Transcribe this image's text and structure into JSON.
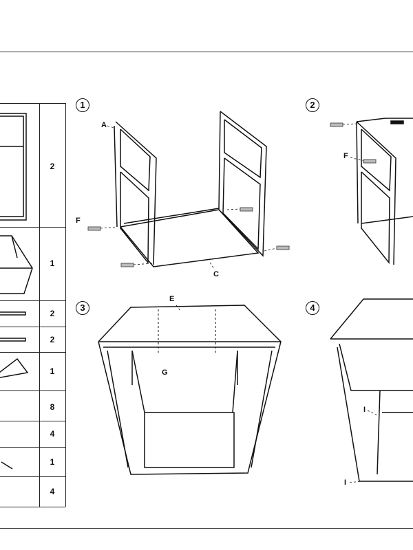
{
  "parts_table": {
    "quantities": [
      "2",
      "1",
      "2",
      "2",
      "1",
      "8",
      "4",
      "1",
      "4"
    ]
  },
  "steps": [
    {
      "number": "1",
      "labels": [
        "A",
        "F",
        "C"
      ]
    },
    {
      "number": "2",
      "labels": [
        "F"
      ]
    },
    {
      "number": "3",
      "labels": [
        "E",
        "G"
      ]
    },
    {
      "number": "4",
      "labels": [
        "I",
        "I"
      ]
    }
  ]
}
